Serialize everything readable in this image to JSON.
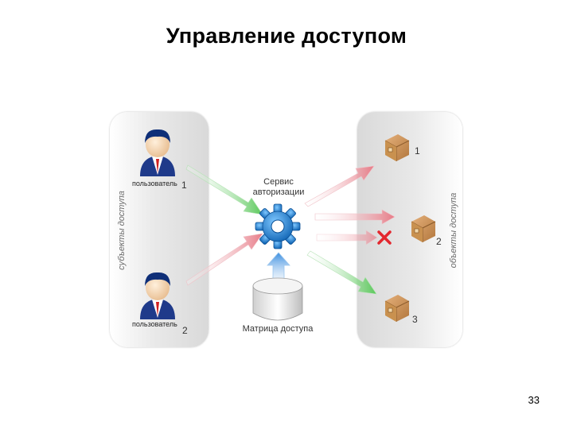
{
  "slide": {
    "title": "Управление доступом",
    "page_number": "33"
  },
  "subjects": {
    "group_label": "субъекты доступа",
    "users": [
      {
        "label": "пользователь",
        "number": "1"
      },
      {
        "label": "пользователь",
        "number": "2"
      }
    ]
  },
  "service": {
    "label_line1": "Сервис",
    "label_line2": "авторизации"
  },
  "matrix": {
    "label": "Матрица доступа"
  },
  "objects": {
    "group_label": "объекты доступа",
    "items": [
      {
        "number": "1"
      },
      {
        "number": "2"
      },
      {
        "number": "3"
      }
    ]
  },
  "colors": {
    "arrow_green": "#6fd06f",
    "arrow_red": "#e98b95",
    "deny_mark": "#e3272e",
    "gear_blue": "#1a7fd0"
  }
}
